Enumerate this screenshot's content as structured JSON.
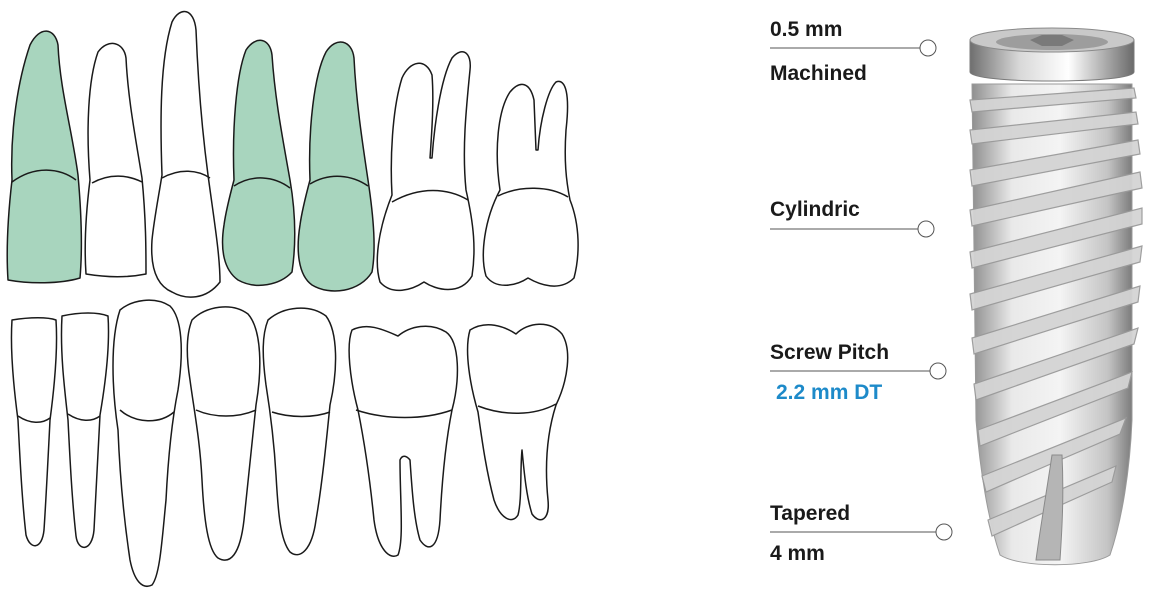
{
  "diagram": {
    "teeth_highlight_color": "#a8d5be",
    "teeth_outline_color": "#1a1a1a",
    "highlighted_teeth": [
      "upper-incisor-1",
      "upper-canine",
      "upper-premolar-1"
    ],
    "implant_color": "#e3e3e3",
    "callout_dot_color": "#ffffff"
  },
  "labels": {
    "top_value": "0.5 mm",
    "top_surface": "Machined",
    "body_shape": "Cylindric",
    "pitch_label": "Screw Pitch",
    "pitch_value": "2.2 mm DT",
    "apex_shape": "Tapered",
    "apex_value": "4 mm"
  },
  "colors": {
    "text": "#1a1a1a",
    "accent_blue": "#1d8ac9"
  }
}
